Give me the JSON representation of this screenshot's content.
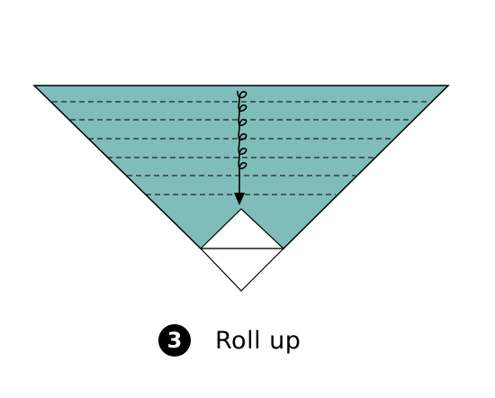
{
  "colors": {
    "paper_fill": "#7fbdbb",
    "outline": "#000000",
    "inner_fill": "#ffffff"
  },
  "diagram": {
    "fold_line_count": 6,
    "arrow": "roll-arrow-icon"
  },
  "caption": {
    "step_number": "3",
    "label": "Roll up"
  }
}
